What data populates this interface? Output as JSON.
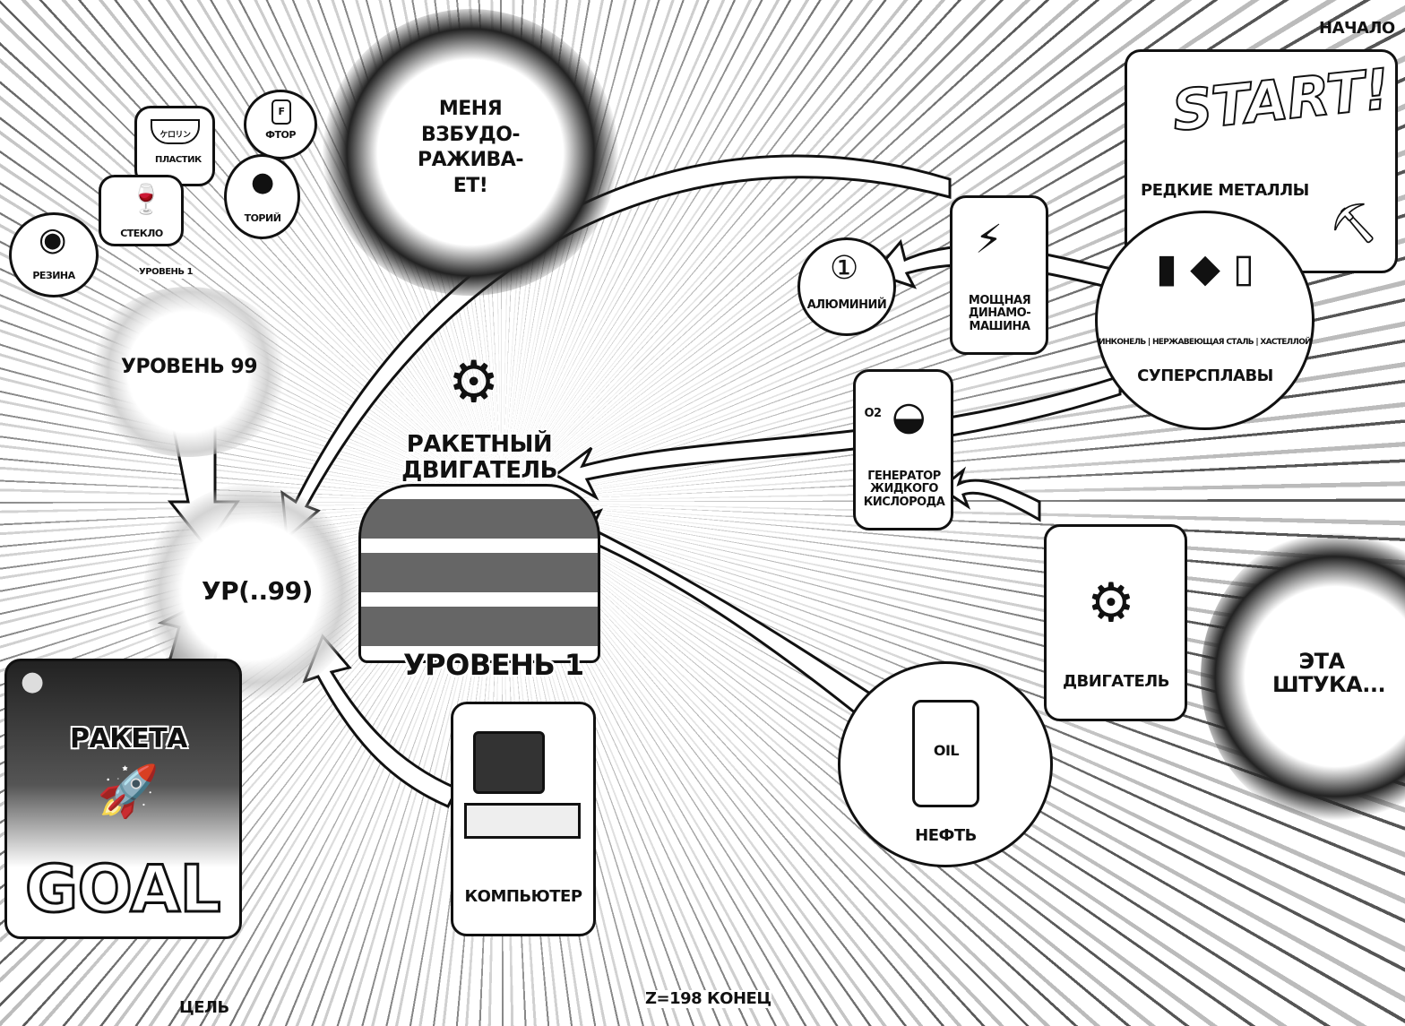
{
  "start": {
    "corner_label": "НАЧАЛО",
    "title": "START!",
    "rare_metals": "РЕДКИЕ МЕТАЛЛЫ"
  },
  "superalloys": {
    "subtitle": "ИНКОНЕЛЬ | НЕРЖАВЕЮЩАЯ СТАЛЬ | ХАСТЕЛЛОЙ",
    "title": "СУПЕРСПЛАВЫ"
  },
  "dynamo": "МОЩНАЯ ДИНАМО-МАШИНА",
  "aluminium": "АЛЮМИНИЙ",
  "oxygen_generator": {
    "label": "ГЕНЕРАТОР ЖИДКОГО КИСЛОРОДА",
    "symbol": "O2"
  },
  "engine": "ДВИГАТЕЛЬ",
  "this_thing": "ЭТА ШТУКА...",
  "oil": {
    "label": "НЕФТЬ",
    "barrel": "OIL"
  },
  "computer": "КОМПЬЮТЕР",
  "rocket_engine": {
    "label": "РАКЕТНЫЙ ДВИГАТЕЛЬ",
    "level": "УРОВЕНЬ 1"
  },
  "level99_lower": "УР(..99)",
  "level99_upper": "УРОВЕНЬ 99",
  "materials": {
    "rubber": "РЕЗИНА",
    "glass": "СТЕКЛО",
    "plastic": "ПЛАСТИК",
    "plastic_cup": "ケロリン",
    "level1": "УРОВЕНЬ 1",
    "thorium": "ТОРИЙ",
    "fluorine": "ФТОР",
    "fluorine_tag": "F"
  },
  "excited": "МЕНЯ ВЗБУДО-РАЖИВА-ЕТ!",
  "goal": {
    "rocket": "РАКЕТА",
    "title": "GOAL",
    "caption": "ЦЕЛЬ"
  },
  "footer": "Z=198 КОНЕЦ"
}
